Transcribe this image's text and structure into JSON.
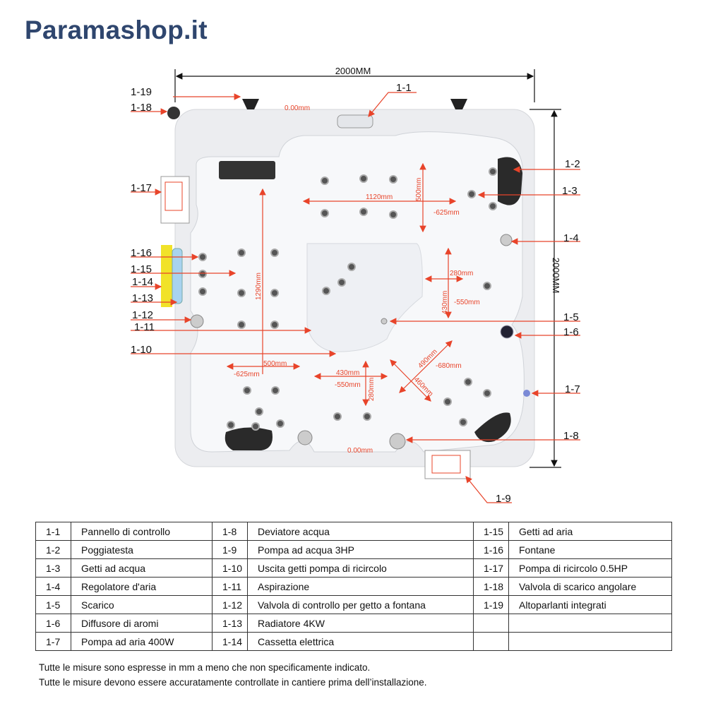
{
  "brand": "Paramashop.it",
  "dimensions": {
    "width": "2000MM",
    "depth": "2000MM",
    "d1120": "1120mm",
    "d500a": "500mm",
    "d625a": "-625mm",
    "d1290": "1290mm",
    "d280a": "280mm",
    "d430a": "430mm",
    "d550a": "-550mm",
    "d500b": "500mm",
    "d625b": "-625mm",
    "d430b": "430mm",
    "d550b": "-550mm",
    "d280b": "280mm",
    "d490": "490mm",
    "d460": "460mm",
    "d680": "-680mm",
    "level_top": "0.00mm",
    "level_bottom": "0.00mm"
  },
  "callouts": [
    "1-1",
    "1-2",
    "1-3",
    "1-4",
    "1-5",
    "1-6",
    "1-7",
    "1-8",
    "1-9",
    "1-10",
    "1-11",
    "1-12",
    "1-13",
    "1-14",
    "1-15",
    "1-16",
    "1-17",
    "1-18",
    "1-19"
  ],
  "legend": [
    [
      {
        "code": "1-1",
        "name": "Pannello di controllo"
      },
      {
        "code": "1-8",
        "name": "Deviatore acqua"
      },
      {
        "code": "1-15",
        "name": "Getti ad aria"
      }
    ],
    [
      {
        "code": "1-2",
        "name": "Poggiatesta"
      },
      {
        "code": "1-9",
        "name": "Pompa ad acqua 3HP"
      },
      {
        "code": "1-16",
        "name": "Fontane"
      }
    ],
    [
      {
        "code": "1-3",
        "name": "Getti ad acqua"
      },
      {
        "code": "1-10",
        "name": "Uscita getti pompa di ricircolo"
      },
      {
        "code": "1-17",
        "name": "Pompa di ricircolo 0.5HP"
      }
    ],
    [
      {
        "code": "1-4",
        "name": "Regolatore d'aria"
      },
      {
        "code": "1-11",
        "name": "Aspirazione"
      },
      {
        "code": "1-18",
        "name": "Valvola di scarico angolare"
      }
    ],
    [
      {
        "code": "1-5",
        "name": "Scarico"
      },
      {
        "code": "1-12",
        "name": "Valvola di controllo per getto a fontana"
      },
      {
        "code": "1-19",
        "name": "Altoparlanti integrati"
      }
    ],
    [
      {
        "code": "1-6",
        "name": "Diffusore di aromi"
      },
      {
        "code": "1-13",
        "name": "Radiatore 4KW"
      },
      {
        "code": "",
        "name": ""
      }
    ],
    [
      {
        "code": "1-7",
        "name": "Pompa ad aria 400W"
      },
      {
        "code": "1-14",
        "name": "Cassetta elettrica"
      },
      {
        "code": "",
        "name": ""
      }
    ]
  ],
  "notes": [
    "Tutte le misure sono espresse in mm a meno che non specificamente indicato.",
    "Tutte le misure devono essere accuratamente controllate in cantiere prima dell’installazione."
  ],
  "colors": {
    "brand": "#2f466e",
    "dimension": "#e8442a"
  }
}
